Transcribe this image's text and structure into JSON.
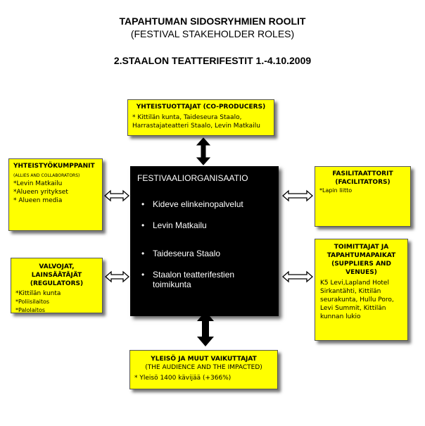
{
  "header": {
    "title": "TAPAHTUMAN SIDOSRYHMIEN ROOLIT",
    "subtitle": "(FESTIVAL STAKEHOLDER ROLES)",
    "event": "2.STAALON TEATTERIFESTIT 1.-4.10.2009"
  },
  "center": {
    "title": "FESTIVAALIORGANISAATIO",
    "items": [
      "Kideve elinkeinopalvelut",
      "Levin Matkailu",
      "Taideseura Staalo",
      "Staalon teatterifestien toimikunta"
    ]
  },
  "coproducers": {
    "heading": "YHTEISTUOTTAJAT (CO-PRODUCERS)",
    "text": "* Kittilän kunta, Taideseura Staalo, Harrastajateatteri Staalo, Levin Matkailu"
  },
  "partners": {
    "heading": "YHTEISTYÖKUMPPANIT",
    "sub": "(ALLIES AND COLLABORATORS)",
    "items": [
      "*Levin Matkailu",
      "*Alueen yritykset",
      "* Alueen media"
    ]
  },
  "facilitators": {
    "heading": "FASILITAATTORIT",
    "sub": "(FACILITATORS)",
    "items": [
      "*Lapin liitto"
    ]
  },
  "regulators": {
    "heading": "VALVOJAT, LAINSÄÄTÄJÄT",
    "sub": "(REGULATORS)",
    "items": [
      "*Kittilän kunta",
      "*Poliisilaitos",
      "*Palolaitos"
    ]
  },
  "suppliers": {
    "heading": "TOIMITTAJAT JA TAPAHTUMAPAIKAT",
    "sub": "(SUPPLIERS AND VENUES)",
    "text": "K5 Levi,Lapland Hotel Sirkantähti, Kittilän seurakunta, Hullu Poro, Levi Summit, Kittilän kunnan lukio"
  },
  "audience": {
    "heading": "YLEISÖ JA MUUT VAIKUTTAJAT",
    "sub": "(THE AUDIENCE AND THE IMPACTED)",
    "text": "* Yleisö 1400 kävijää (+366%)"
  },
  "colors": {
    "box": "#ffff00",
    "center": "#000000",
    "arrow": "#000000"
  }
}
